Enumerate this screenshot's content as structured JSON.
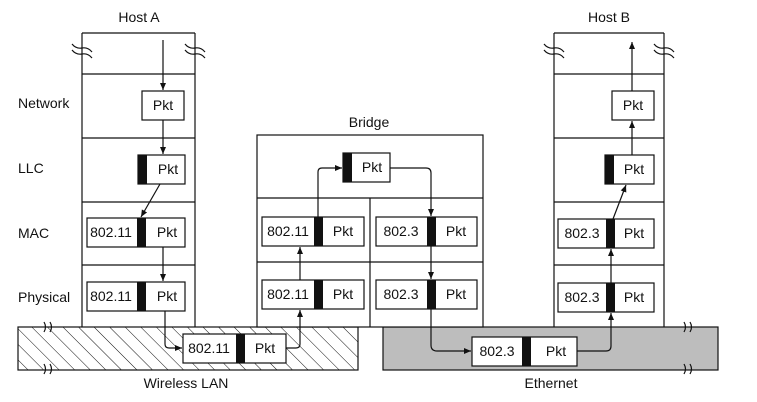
{
  "hosts": {
    "host_a": "Host A",
    "host_b": "Host B",
    "bridge": "Bridge"
  },
  "layers": {
    "network": "Network",
    "llc": "LLC",
    "mac": "MAC",
    "physical": "Physical"
  },
  "networks": {
    "wireless": "Wireless LAN",
    "ethernet": "Ethernet"
  },
  "packet": {
    "payload": "Pkt",
    "header_80211": "802.11",
    "header_8023": "802.3"
  },
  "colors": {
    "wireless_hatch": "#111111",
    "ethernet_fill": "#bdbdbd",
    "line": "#111111"
  }
}
